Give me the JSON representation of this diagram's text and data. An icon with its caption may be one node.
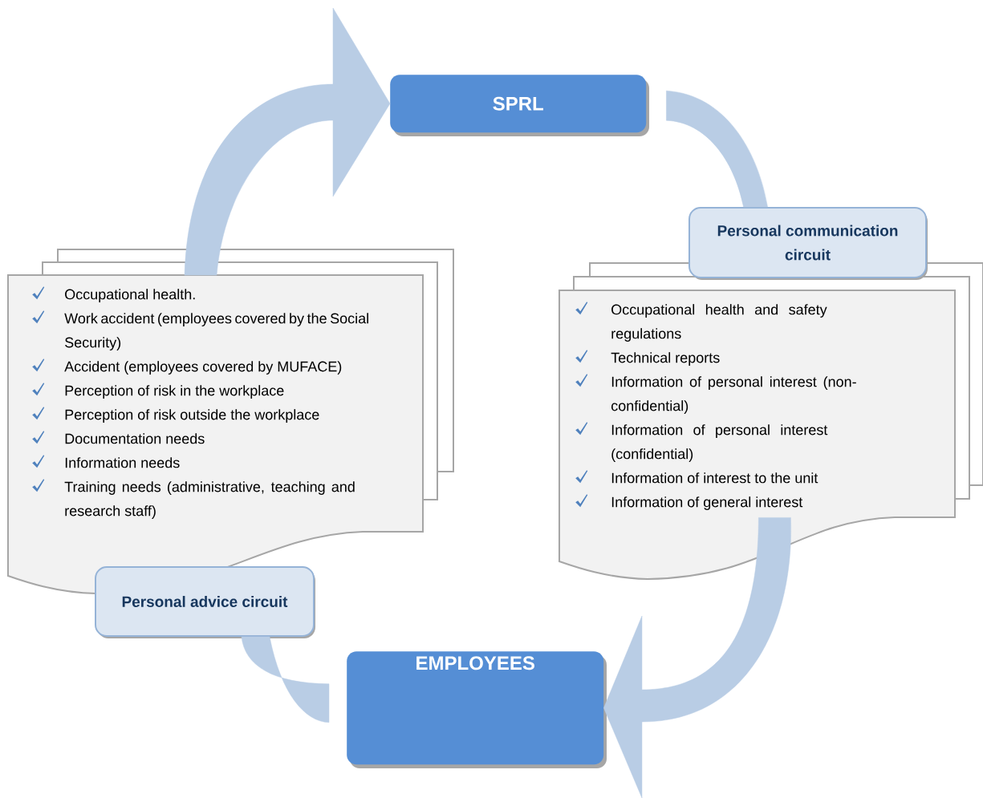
{
  "diagram": {
    "nodes": [
      {
        "text": [
          "SPRL"
        ]
      },
      {
        "text": [
          "Personal communication circuit"
        ]
      },
      {
        "text": [
          "Occupational health.",
          "Work accident (employees covered by the Social Security)",
          "Accident (employees covered by MUFACE)",
          "Perception of risk in the workplace",
          "Perception of risk outside the workplace",
          "Documentation needs",
          "Information needs",
          "Training needs (administrative, teaching and research staff)"
        ]
      },
      {
        "text": [
          "Occupational health and safety regulations",
          "Technical reports",
          "Information of personal interest (non-confidential)",
          "Information of personal interest (confidential)",
          "Information of interest to the unit",
          "Information of general interest"
        ]
      },
      {
        "text": [
          "Personal advice circuit"
        ]
      },
      {
        "text": [
          "EMPLOYEES"
        ]
      }
    ],
    "edges": [
      {
        "from": 5,
        "to": 4,
        "arrow": "none"
      },
      {
        "from": 2,
        "to": 0,
        "arrow": "to"
      },
      {
        "from": 0,
        "to": 1,
        "arrow": "none"
      },
      {
        "from": 3,
        "to": 5,
        "arrow": "to"
      }
    ]
  }
}
